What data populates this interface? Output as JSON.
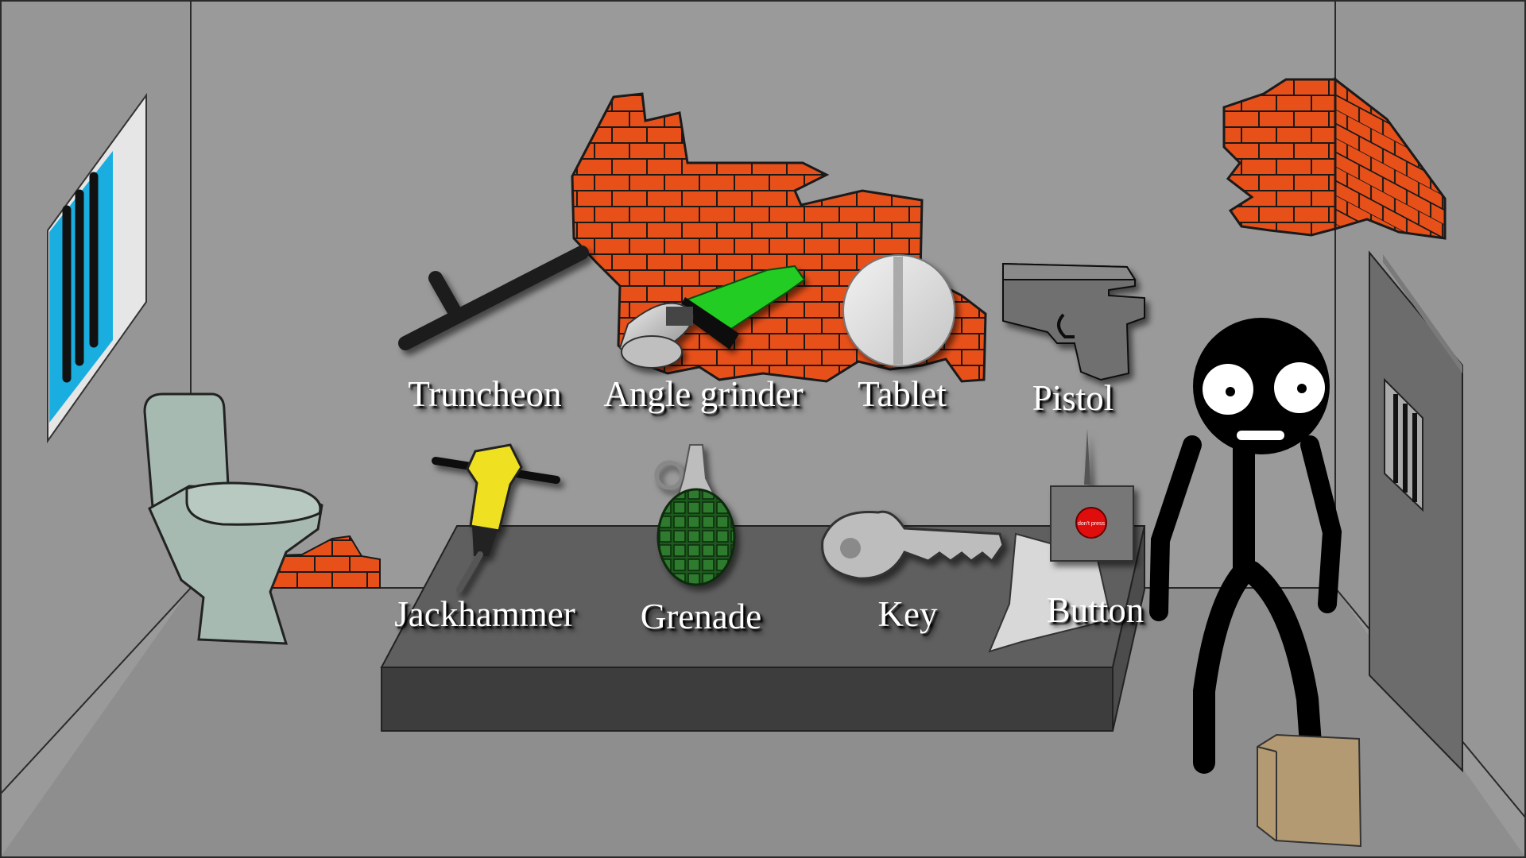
{
  "items": {
    "truncheon": "Truncheon",
    "angle_grinder": "Angle grinder",
    "tablet": "Tablet",
    "pistol": "Pistol",
    "jackhammer": "Jackhammer",
    "grenade": "Grenade",
    "key": "Key",
    "button": "Button"
  },
  "button_device": {
    "text": "don't press"
  },
  "colors": {
    "wall": "#9a9a9a",
    "brick": "#e8501a",
    "window_glass": "#1aaee0",
    "bed": "#5f5f5f",
    "grinder_body": "#22cc22",
    "jackhammer_body": "#f0e020",
    "grenade_body": "#1f5a1f",
    "button_red": "#e01010",
    "box": "#b49a72"
  }
}
